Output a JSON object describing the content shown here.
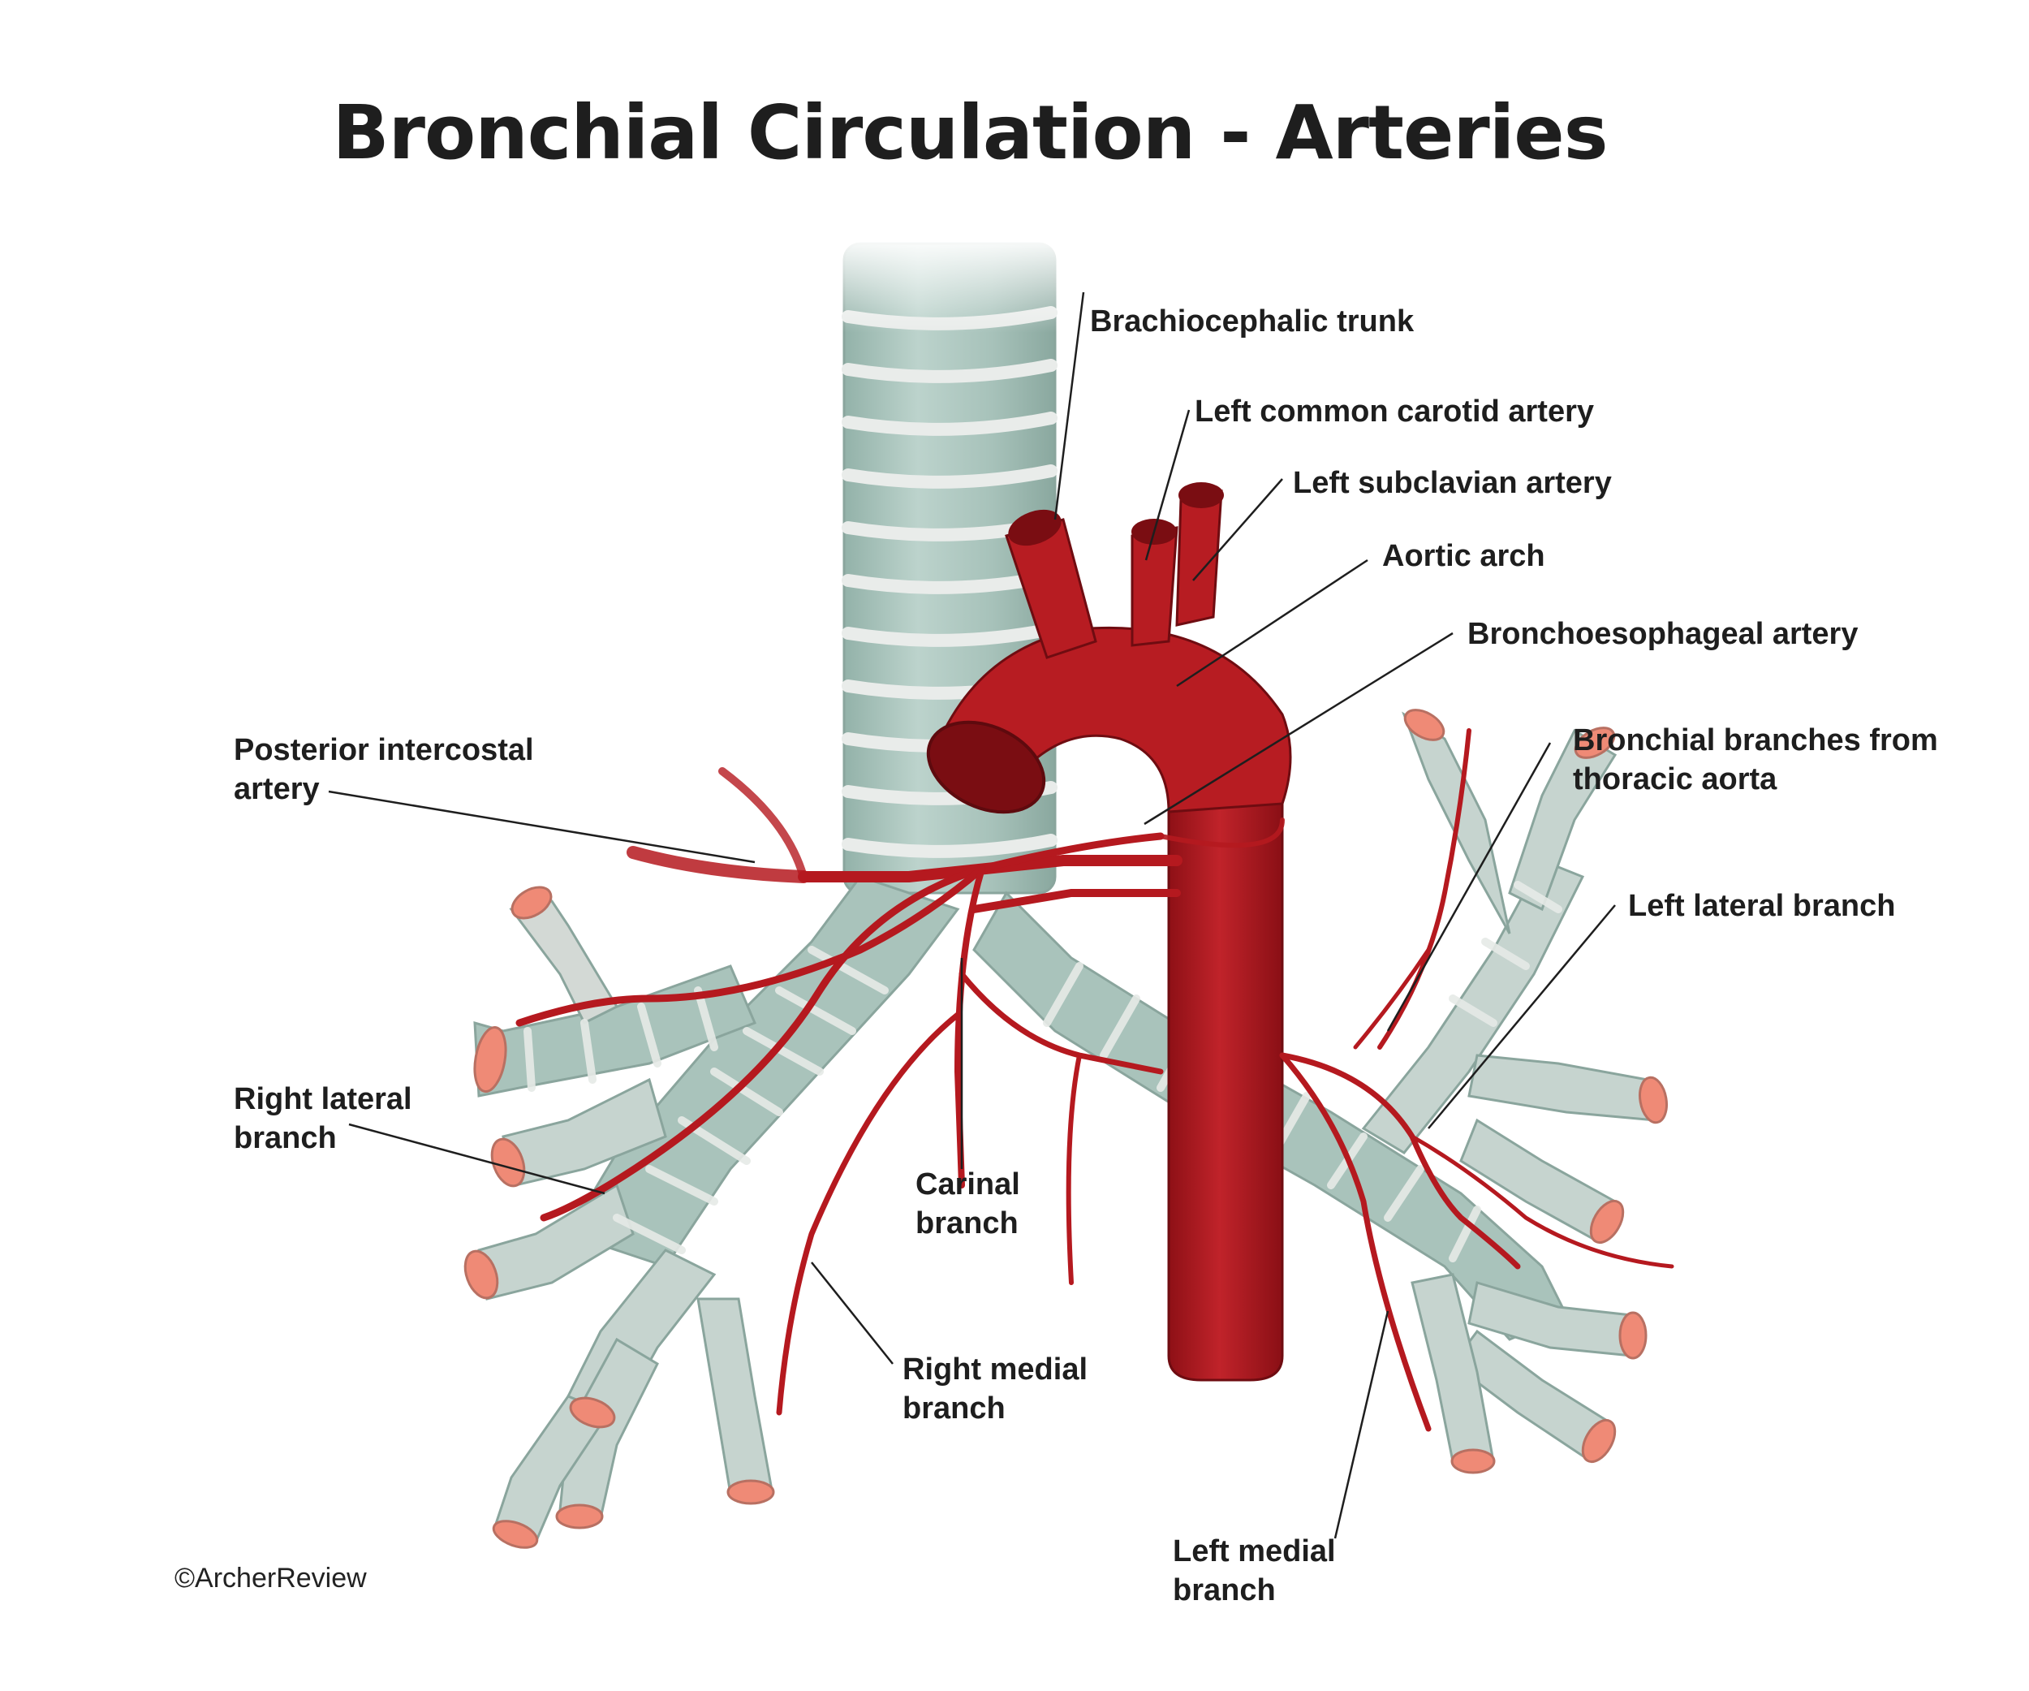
{
  "title": "Bronchial Circulation - Arteries",
  "credit": "©ArcherReview",
  "colors": {
    "artery": "#b5191f",
    "artery_dark": "#7a0d12",
    "airway": "#a9c3bb",
    "airway_light": "#d9dcd8",
    "airway_end": "#ef8a76",
    "leader": "#1e1e1e"
  },
  "labels": [
    {
      "key": "brachiocephalic",
      "text": "Brachiocephalic trunk"
    },
    {
      "key": "left_common_carotid",
      "text": "Left common carotid artery"
    },
    {
      "key": "left_subclavian",
      "text": "Left subclavian artery"
    },
    {
      "key": "aortic_arch",
      "text": "Aortic arch"
    },
    {
      "key": "bronchoesophageal",
      "text": "Bronchoesophageal artery"
    },
    {
      "key": "bronchial_branches",
      "text": "Bronchial branches from\nthoracic aorta"
    },
    {
      "key": "left_lateral",
      "text": "Left lateral branch"
    },
    {
      "key": "posterior_intercostal",
      "text": "Posterior intercostal\nartery"
    },
    {
      "key": "right_lateral",
      "text": "Right lateral\nbranch"
    },
    {
      "key": "carinal",
      "text": "Carinal\nbranch"
    },
    {
      "key": "right_medial",
      "text": "Right medial\nbranch"
    },
    {
      "key": "left_medial",
      "text": "Left medial\nbranch"
    }
  ]
}
